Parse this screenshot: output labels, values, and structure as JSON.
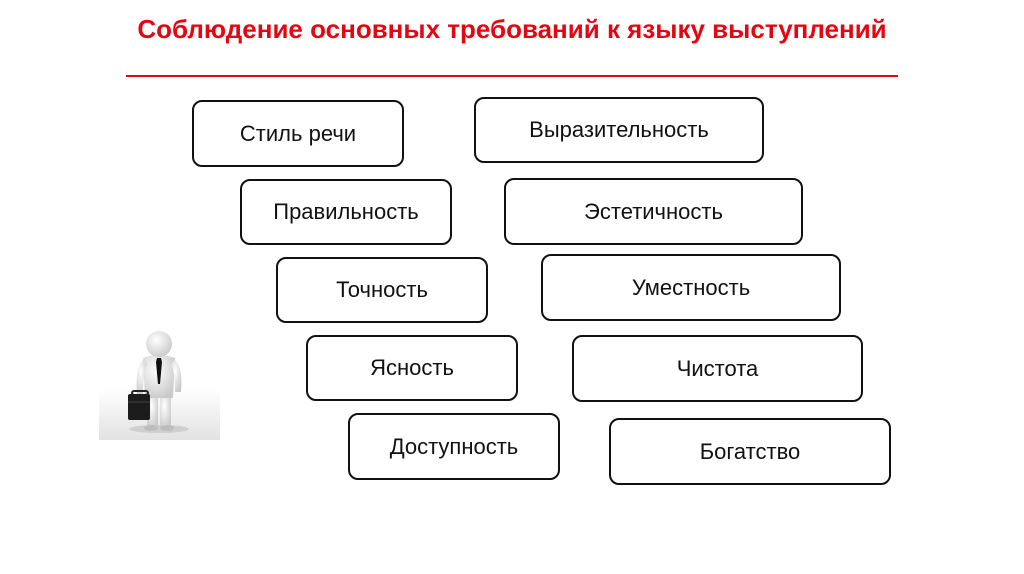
{
  "slide": {
    "title": "Соблюдение основных требований к языку выступлений",
    "accent_color": "#e30613"
  },
  "left_column": [
    {
      "id": "stil",
      "label": "Стиль речи"
    },
    {
      "id": "pravilnost",
      "label": "Правильность"
    },
    {
      "id": "tochnost",
      "label": "Точность"
    },
    {
      "id": "yasnost",
      "label": "Ясность"
    },
    {
      "id": "dostupnost",
      "label": "Доступность"
    }
  ],
  "right_column": [
    {
      "id": "vyrazitelnost",
      "label": "Выразительность"
    },
    {
      "id": "estetichnost",
      "label": "Эстетичность"
    },
    {
      "id": "umestnost",
      "label": "Уместность"
    },
    {
      "id": "chistota",
      "label": "Чистота"
    },
    {
      "id": "bogatstvo",
      "label": "Богатство"
    }
  ],
  "illustration": {
    "icon": "businessman-with-briefcase-icon"
  }
}
